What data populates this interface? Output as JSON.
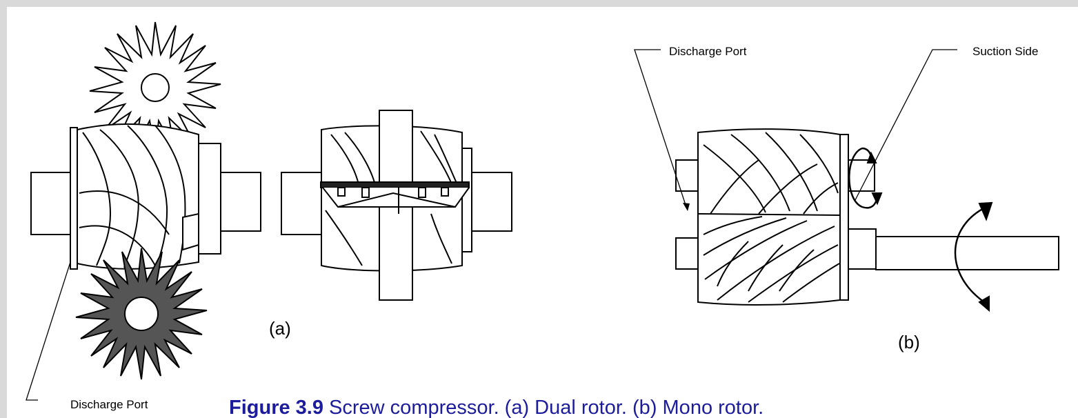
{
  "figure": {
    "panel_a_label": "(a)",
    "panel_b_label": "(b)",
    "discharge_port_a": "Discharge Port",
    "discharge_port_b": "Discharge Port",
    "suction_side": "Suction Side",
    "caption_number": "Figure 3.9",
    "caption_text": " Screw compressor. (a) Dual rotor. (b) Mono rotor."
  },
  "colors": {
    "caption": "#1c1c9c",
    "background": "#d9d9d9",
    "slide": "#ffffff",
    "gate_rotor_fill": "#555555"
  }
}
